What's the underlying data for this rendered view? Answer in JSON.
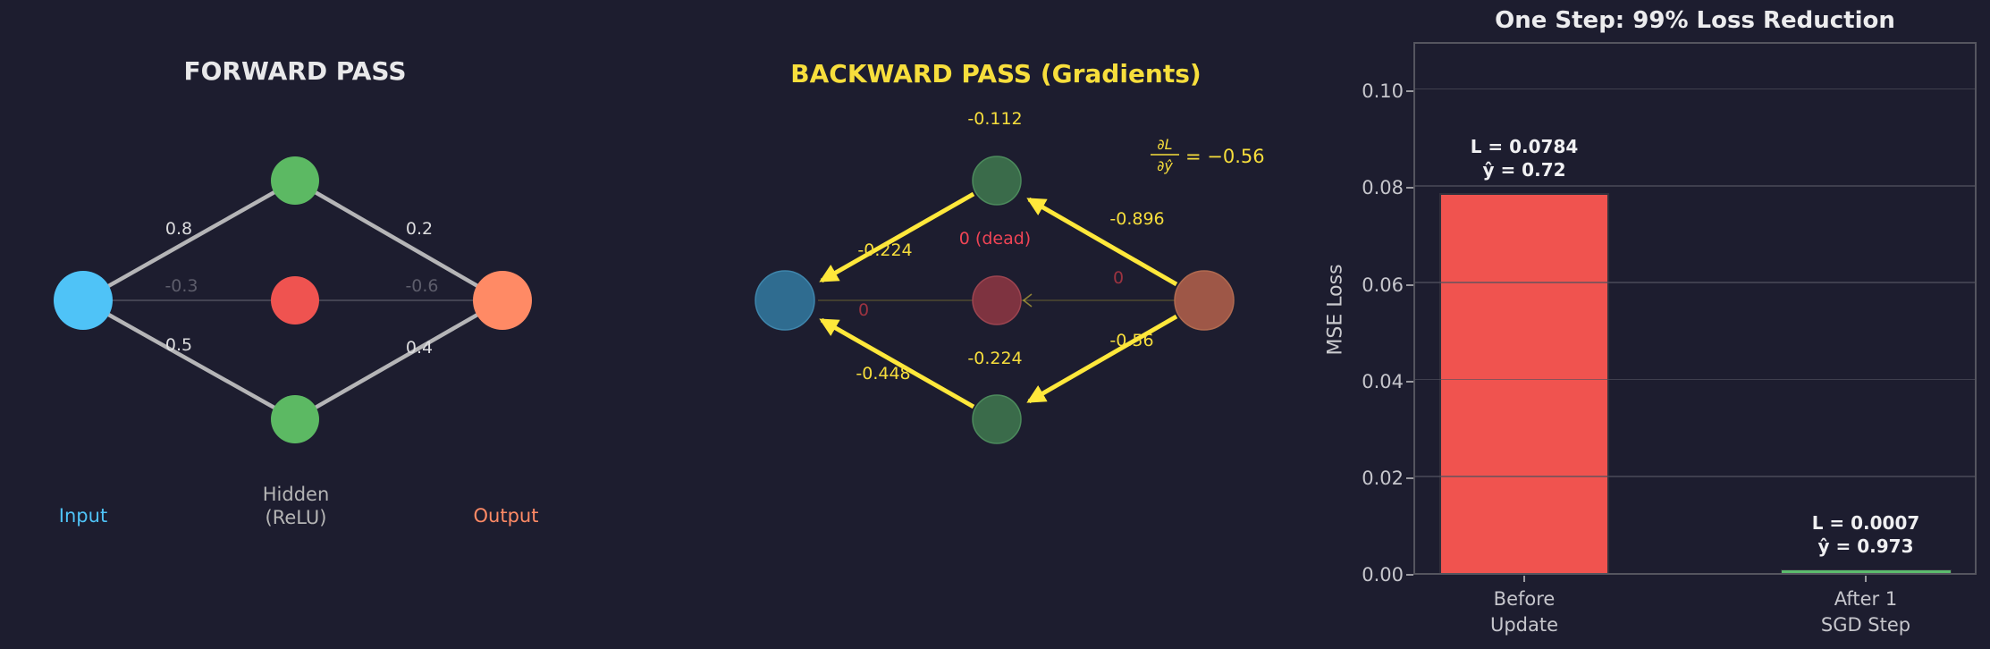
{
  "forward": {
    "title": "FORWARD PASS",
    "edge_labels": {
      "in_top": "0.8",
      "in_mid": "-0.3",
      "in_bottom": "0.5",
      "out_top": "0.2",
      "out_mid": "-0.6",
      "out_bottom": "0.4"
    },
    "node_labels": {
      "input": "Input",
      "hidden_line1": "Hidden",
      "hidden_line2": "(ReLU)",
      "output": "Output"
    }
  },
  "backward": {
    "title": "BACKWARD PASS (Gradients)",
    "annotation": {
      "numerator": "∂L",
      "denominator": "∂ŷ",
      "rhs": "= −0.56"
    },
    "grad_labels": {
      "top_node": "-0.112",
      "dead_node": "0 (dead)",
      "bottom_node": "-0.224",
      "out_to_top": "-0.896",
      "out_to_mid": "0",
      "out_to_bottom": "-0.56",
      "top_to_in": "-0.224",
      "mid_to_in": "0",
      "bottom_to_in": "-0.448"
    }
  },
  "chart_data": {
    "type": "bar",
    "title": "One Step: 99% Loss Reduction",
    "ylabel": "MSE Loss",
    "categories": [
      "Before Update",
      "After 1 SGD Step"
    ],
    "xticklabels": [
      [
        "Before",
        "Update"
      ],
      [
        "After 1",
        "SGD Step"
      ]
    ],
    "values": [
      0.0784,
      0.0007
    ],
    "annotations": [
      [
        "L = 0.0784",
        "ŷ = 0.72"
      ],
      [
        "L = 0.0007",
        "ŷ = 0.973"
      ]
    ],
    "yticks": [
      "0.00",
      "0.02",
      "0.04",
      "0.06",
      "0.08",
      "0.10"
    ],
    "ylim": [
      0,
      0.11
    ],
    "grid": true,
    "legend_position": "none",
    "bar_colors": [
      "#f0534f",
      "#5cbc6e"
    ]
  },
  "colors": {
    "background": "#1d1d2f",
    "forward_input": "#4fc3f7",
    "forward_hidden": "#5cb963",
    "forward_dead": "#ef5350",
    "forward_output": "#ff8a65",
    "backward_input": "#2f6c90",
    "backward_input_stroke": "#3f85ab",
    "backward_hidden": "#3a6b4a",
    "backward_hidden_stroke": "#4c8a5c",
    "backward_dead": "#7e3340",
    "backward_dead_stroke": "#9c4450",
    "backward_output": "#9e5747",
    "backward_output_stroke": "#b06a50",
    "gradient_yellow": "#ffe83b",
    "text_yellow": "#f7de3c",
    "dead_red": "#ef4455",
    "dim_red": "#9c3340",
    "edge_gray": "#b5b5b7",
    "title_white": "#e8e8ea"
  }
}
